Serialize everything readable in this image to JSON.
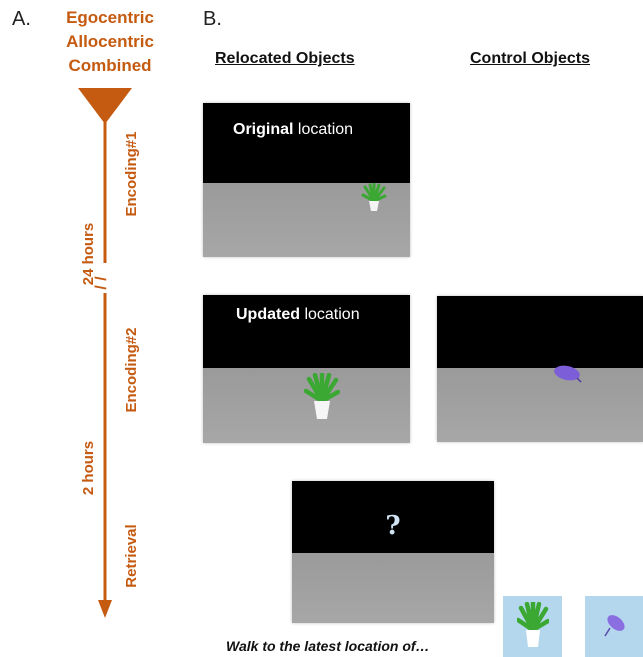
{
  "panel_a": {
    "letter": "A.",
    "conditions": [
      "Egocentric",
      "Allocentric",
      "Combined"
    ],
    "timeline": {
      "encoding1": "Encoding#1",
      "delay1": "24 hours",
      "break_mark": "/ /",
      "encoding2": "Encoding#2",
      "delay2": "2 hours",
      "retrieval": "Retrieval"
    },
    "color": "#c55a11"
  },
  "panel_b": {
    "letter": "B.",
    "relocated_header": "Relocated Objects",
    "control_header": "Control Objects",
    "scene1": {
      "caption_bold": "Original",
      "caption_rest": " location"
    },
    "scene2": {
      "caption_bold": "Updated",
      "caption_rest": " location"
    },
    "scene4": {
      "symbol": "?"
    },
    "instruction": "Walk to the latest  location of…",
    "objects": {
      "relocated": "plant-icon",
      "control": "umbrella-icon"
    }
  }
}
